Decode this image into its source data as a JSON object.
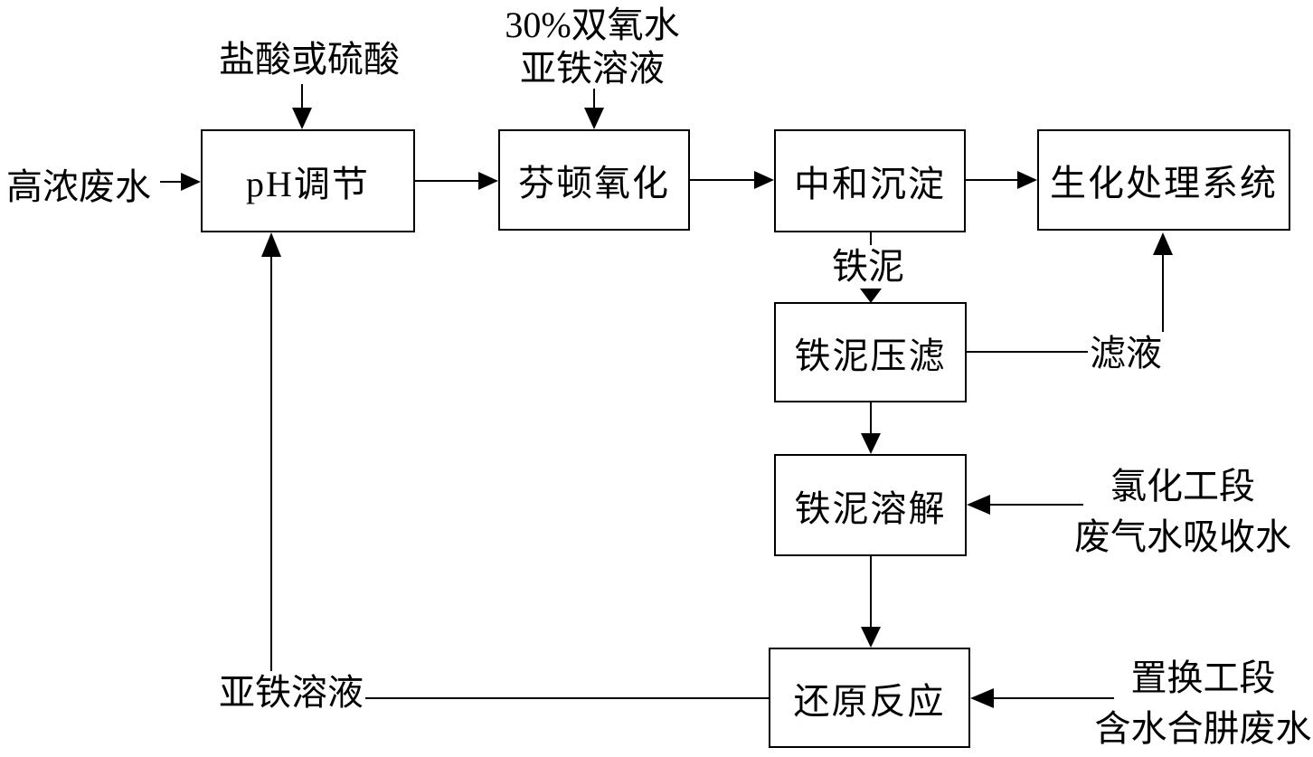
{
  "canvas": {
    "background": "#ffffff",
    "line_color": "#000000",
    "text_color": "#000000"
  },
  "boxes": {
    "ph_adjust": {
      "label": "pH调节"
    },
    "fenton": {
      "label": "芬顿氧化"
    },
    "neutralize": {
      "label": "中和沉淀"
    },
    "biochem": {
      "label": "生化处理系统"
    },
    "press_filter": {
      "label": "铁泥压滤"
    },
    "dissolve": {
      "label": "铁泥溶解"
    },
    "reduction": {
      "label": "还原反应"
    }
  },
  "labels": {
    "influent": {
      "text": "高浓废水"
    },
    "acid": {
      "text": "盐酸或硫酸"
    },
    "peroxide": {
      "text": "30%双氧水\n亚铁溶液"
    },
    "iron_sludge": {
      "text": "铁泥"
    },
    "filtrate": {
      "text": "滤液"
    },
    "chlorination": {
      "text": "氯化工段\n废气水吸收水"
    },
    "replacement": {
      "text": "置换工段\n含水合肼废水"
    },
    "ferrous": {
      "text": "亚铁溶液"
    }
  },
  "connections": [
    {
      "from": "高浓废水",
      "to": "pH调节"
    },
    {
      "from": "盐酸或硫酸",
      "to": "pH调节"
    },
    {
      "from": "30%双氧水 亚铁溶液",
      "to": "芬顿氧化"
    },
    {
      "from": "pH调节",
      "to": "芬顿氧化"
    },
    {
      "from": "芬顿氧化",
      "to": "中和沉淀"
    },
    {
      "from": "中和沉淀",
      "to": "生化处理系统"
    },
    {
      "from": "中和沉淀",
      "to": "铁泥压滤",
      "via": "铁泥"
    },
    {
      "from": "铁泥压滤",
      "to": "生化处理系统",
      "via": "滤液"
    },
    {
      "from": "铁泥压滤",
      "to": "铁泥溶解"
    },
    {
      "from": "氯化工段 废气水吸收水",
      "to": "铁泥溶解"
    },
    {
      "from": "铁泥溶解",
      "to": "还原反应"
    },
    {
      "from": "置换工段 含水合肼废水",
      "to": "还原反应"
    },
    {
      "from": "还原反应",
      "to": "pH调节",
      "via": "亚铁溶液"
    }
  ]
}
